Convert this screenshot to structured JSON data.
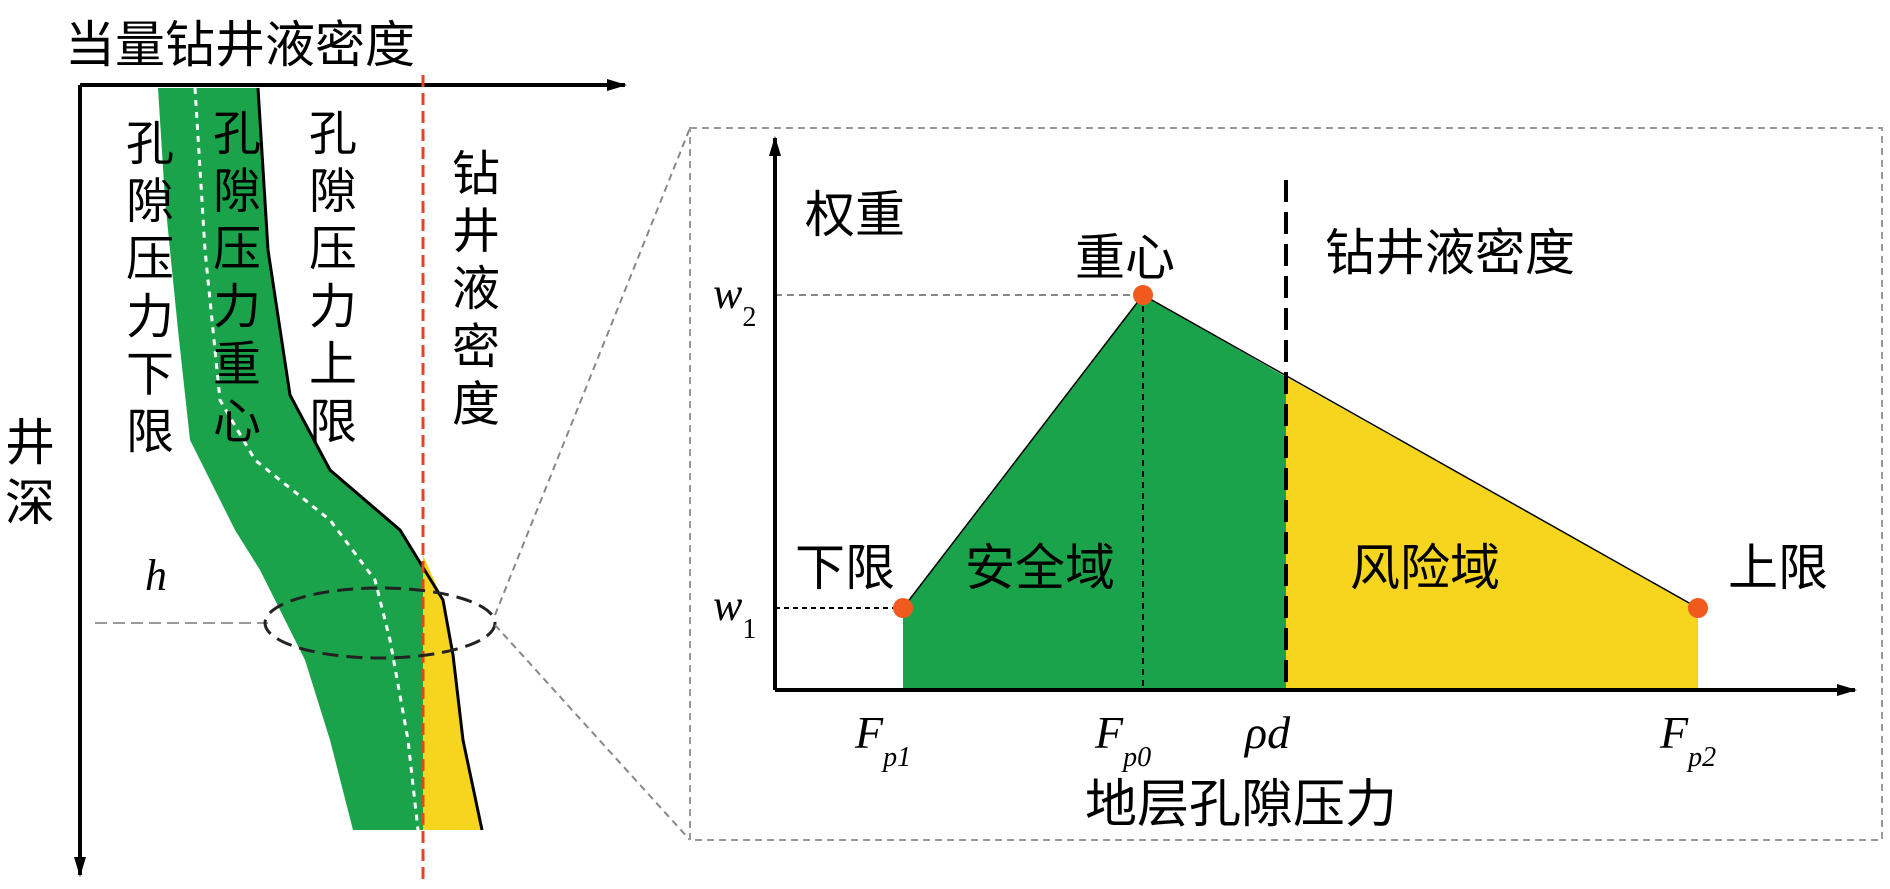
{
  "colors": {
    "green": "#1aa34a",
    "yellow": "#f5d51e",
    "red_dashed": "#e0471c",
    "point": "#f05a1c",
    "guide": "#999999",
    "axis": "#000000"
  },
  "left": {
    "x_axis_label": "当量钻井液密度",
    "y_axis_label": "井深",
    "curve_labels": {
      "lower": "孔隙压力下限",
      "center": "孔隙压力重心",
      "upper": "孔隙压力上限",
      "mud": "钻井液密度"
    },
    "depth_marker": "h"
  },
  "right": {
    "y_axis_label": "权重",
    "x_axis_label": "地层孔隙压力",
    "mud_density_label": "钻井液密度",
    "center_label": "重心",
    "lower_label": "下限",
    "upper_label": "上限",
    "safe_region": "安全域",
    "risk_region": "风险域",
    "w2": {
      "main": "w",
      "sub": "2"
    },
    "w1": {
      "main": "w",
      "sub": "1"
    },
    "fp1": {
      "main": "F",
      "sub": "p1"
    },
    "fp0": {
      "main": "F",
      "sub": "p0"
    },
    "fp2": {
      "main": "F",
      "sub": "p2"
    },
    "rho_d": "ρd"
  }
}
